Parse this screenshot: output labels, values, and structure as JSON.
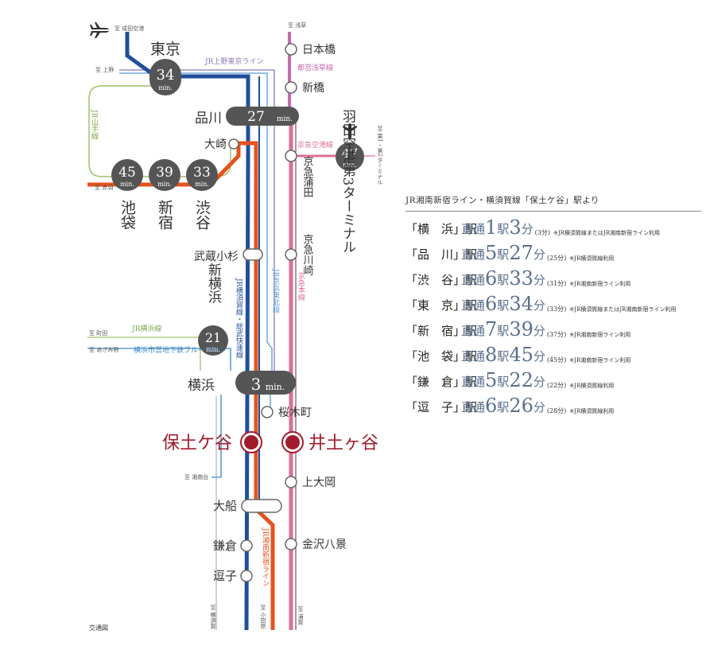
{
  "title": "JR湘南新宿ライン・横須賀線「保土ケ谷」駅より",
  "caption": "交通図",
  "colors": {
    "yokosuka": "#1f4f9a",
    "shonan": "#e4521f",
    "keikyu": "#dc6f95",
    "yamanote": "#9fc06a",
    "keihin": "#5b9ad6",
    "blueline": "#3a86c6",
    "accent": "#a11b2a",
    "timebox": "#555555"
  },
  "map": {
    "markers": {
      "narita": "至 成田空港",
      "ueno": "至 上野",
      "akabane": "至 赤羽",
      "asakusa": "至 浅草",
      "machida": "至 町田",
      "azamino": "至 あざみ野",
      "shonandai": "至 湘南台",
      "yokosuka_end": "至 横須賀",
      "odawara": "至 小田原",
      "uraga": "至 浦賀",
      "haneda_t12": "至 第1・第2ターミナル"
    },
    "lines": {
      "ueno_tokyo": "JR上野東京ライン",
      "yamanote": "JR山手線",
      "asakusa": "都営浅草線",
      "keikyu_airport": "京急空港線",
      "yokosuka_sobu": "JR横須賀線・総武快速線",
      "keihin_tohoku": "JR京浜東北線",
      "keikyu_main": "京急本線",
      "yokohama_line": "JR横浜線",
      "blueline": "横浜市営地下鉄ブルーライン",
      "shonan_shinjuku": "JR湘南新宿ライン"
    },
    "stations": {
      "tokyo": "東京",
      "shinagawa": "品川",
      "osaki": "大崎",
      "ikebukuro": "池袋",
      "shinjuku": "新宿",
      "shibuya": "渋谷",
      "musashikosugi": "武蔵小杉",
      "shinyokohama": "新横浜",
      "yokohama": "横浜",
      "hodogaya": "保土ケ谷",
      "ofuna": "大船",
      "kamakura": "鎌倉",
      "zushi": "逗子",
      "nihonbashi": "日本橋",
      "shinbashi": "新橋",
      "keikyu_kamata": "京急蒲田",
      "keikyu_kawasaki": "京急川崎",
      "haneda_t3": "羽田空港第3ターミナル",
      "sakuragicho": "桜木町",
      "idogaya": "井土ヶ谷",
      "kamiooka": "上大岡",
      "kanazawa_hakkei": "金沢八景"
    },
    "times": {
      "tokyo": "34",
      "shinagawa": "27",
      "ikebukuro": "45",
      "shinjuku": "39",
      "shibuya": "33",
      "shinyokohama": "21",
      "yokohama": "3",
      "haneda": "47",
      "unit": "min."
    }
  },
  "routes": [
    {
      "station": "「横　浜」駅",
      "direct": "直通",
      "stops": "1",
      "stops_unit": "駅",
      "minutes": "3",
      "minutes_unit": "分",
      "paren": "(3分)",
      "note": "※JR横須賀線またはJR湘南新宿ライン利用"
    },
    {
      "station": "「品　川」駅",
      "direct": "直通",
      "stops": "5",
      "stops_unit": "駅",
      "minutes": "27",
      "minutes_unit": "分",
      "paren": "(25分)",
      "note": "※JR横須賀線利用"
    },
    {
      "station": "「渋　谷」駅",
      "direct": "直通",
      "stops": "6",
      "stops_unit": "駅",
      "minutes": "33",
      "minutes_unit": "分",
      "paren": "(31分)",
      "note": "※JR湘南新宿ライン利用"
    },
    {
      "station": "「東　京」駅",
      "direct": "直通",
      "stops": "6",
      "stops_unit": "駅",
      "minutes": "34",
      "minutes_unit": "分",
      "paren": "(33分)",
      "note": "※JR横須賀線またはJR湘南新宿ライン利用"
    },
    {
      "station": "「新　宿」駅",
      "direct": "直通",
      "stops": "7",
      "stops_unit": "駅",
      "minutes": "39",
      "minutes_unit": "分",
      "paren": "(37分)",
      "note": "※JR湘南新宿ライン利用"
    },
    {
      "station": "「池　袋」駅",
      "direct": "直通",
      "stops": "8",
      "stops_unit": "駅",
      "minutes": "45",
      "minutes_unit": "分",
      "paren": "(45分)",
      "note": "※JR湘南新宿ライン利用"
    },
    {
      "station": "「鎌　倉」駅",
      "direct": "直通",
      "stops": "5",
      "stops_unit": "駅",
      "minutes": "22",
      "minutes_unit": "分",
      "paren": "(22分)",
      "note": "※JR横須賀線利用"
    },
    {
      "station": "「逗　子」駅",
      "direct": "直通",
      "stops": "6",
      "stops_unit": "駅",
      "minutes": "26",
      "minutes_unit": "分",
      "paren": "(28分)",
      "note": "※JR横須賀線利用"
    }
  ]
}
